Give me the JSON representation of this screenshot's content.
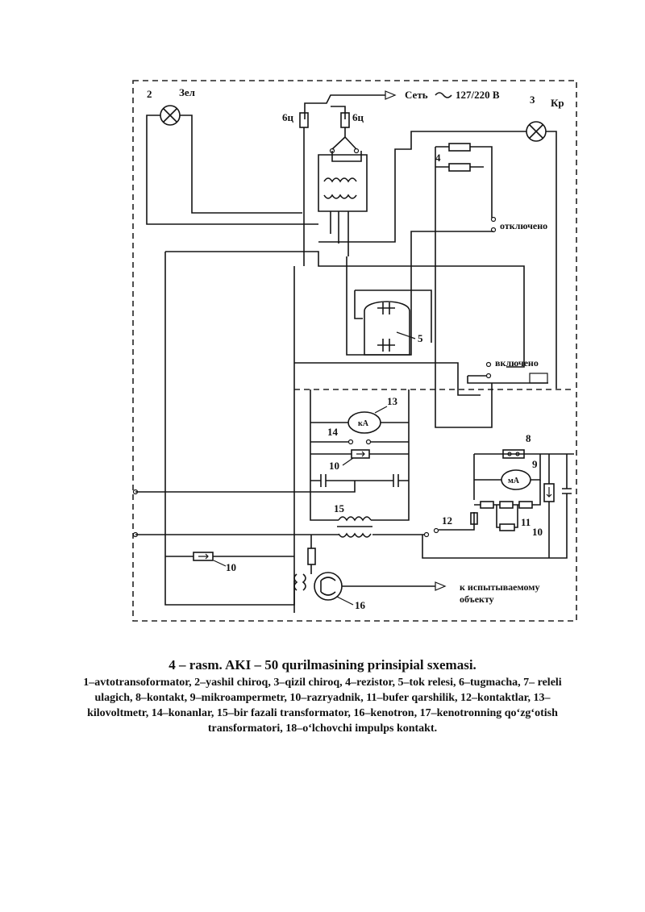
{
  "diagram": {
    "labels": {
      "n2": "2",
      "zel": "Зел",
      "fuse_left": "6ц",
      "fuse_right": "6ц",
      "network": "Сеть",
      "voltage": "127/220 В",
      "n3": "3",
      "kr": "Кр",
      "n4": "4",
      "off": "отключено",
      "n5": "5",
      "on": "включено",
      "n13": "13",
      "kv_symbol": "кА",
      "n14": "14",
      "n10a": "10",
      "n15": "15",
      "n8": "8",
      "n9": "9",
      "ma_symbol": "мА",
      "n11": "11",
      "n10b": "10",
      "n12": "12",
      "n10c": "10",
      "n16": "16",
      "test_object_1": "к испытываемому",
      "test_object_2": "объекту"
    }
  },
  "caption": {
    "title": "4 – rasm. AKI – 50 qurilmasining prinsipial sxemasi.",
    "legend": "1–avtotransoformator, 2–yashil chiroq, 3–qizil chiroq, 4–rezistor, 5–tok relesi, 6–tugmacha, 7– releli ulagich, 8–kontakt, 9–mikroampermetr, 10–razryadnik, 11–bufer qarshilik, 12–kontaktlar, 13–kilovoltmetr, 14–konanlar, 15–bir fazali transformator, 16–kenotron, 17–kenotronning qo‘zg‘otish transformatori, 18–o‘lchovchi impulps kontakt."
  }
}
